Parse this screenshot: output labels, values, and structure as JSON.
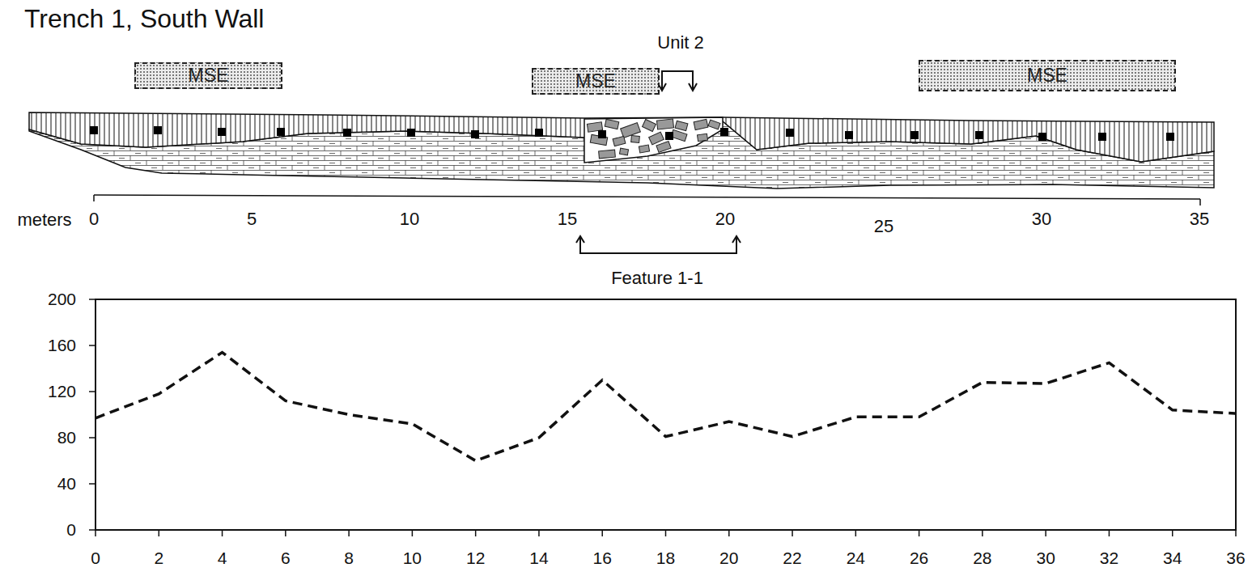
{
  "diagram": {
    "title": "Trench 1, South Wall",
    "nodes": [
      {
        "text": [
          "MSE"
        ]
      },
      {
        "text": [
          "MSE"
        ]
      },
      {
        "text": [
          "MSE"
        ]
      }
    ],
    "labels": [
      "Unit 2",
      "meters",
      "0",
      "5",
      "10",
      "15",
      "20",
      "25",
      "30",
      "35",
      "Feature 1-1",
      "200",
      "160",
      "120",
      "80",
      "40",
      "0",
      "0",
      "2",
      "4",
      "6",
      "8",
      "10",
      "12",
      "14",
      "16",
      "18",
      "20",
      "22",
      "24",
      "26",
      "28",
      "30",
      "32",
      "34",
      "36"
    ]
  }
}
